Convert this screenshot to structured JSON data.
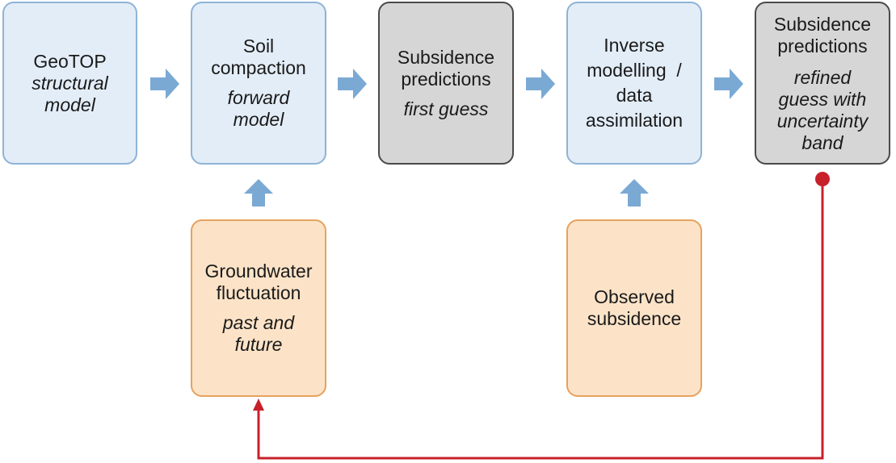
{
  "boxes": {
    "geotop": {
      "title": [
        "GeoTOP"
      ],
      "subtitle": [
        "structural",
        "model"
      ]
    },
    "soil": {
      "title": [
        "Soil",
        "compaction"
      ],
      "subtitle": [
        "forward",
        "model"
      ]
    },
    "pred1": {
      "title": [
        "Subsidence",
        "predictions"
      ],
      "subtitle": [
        "first guess"
      ]
    },
    "inverse": {
      "title": [
        "Inverse",
        "modelling  /",
        "data",
        "assimilation"
      ]
    },
    "pred2": {
      "title": [
        "Subsidence",
        "predictions"
      ],
      "subtitle": [
        "refined",
        "guess with",
        "uncertainty",
        "band"
      ]
    },
    "groundwater": {
      "title": [
        "Groundwater",
        "fluctuation"
      ],
      "subtitle": [
        "past and",
        "future"
      ]
    },
    "observed": {
      "title": [
        "Observed",
        "subsidence"
      ]
    }
  },
  "colors": {
    "arrow_fill": "#7aa9d4",
    "feedback_line": "#c8202a"
  }
}
